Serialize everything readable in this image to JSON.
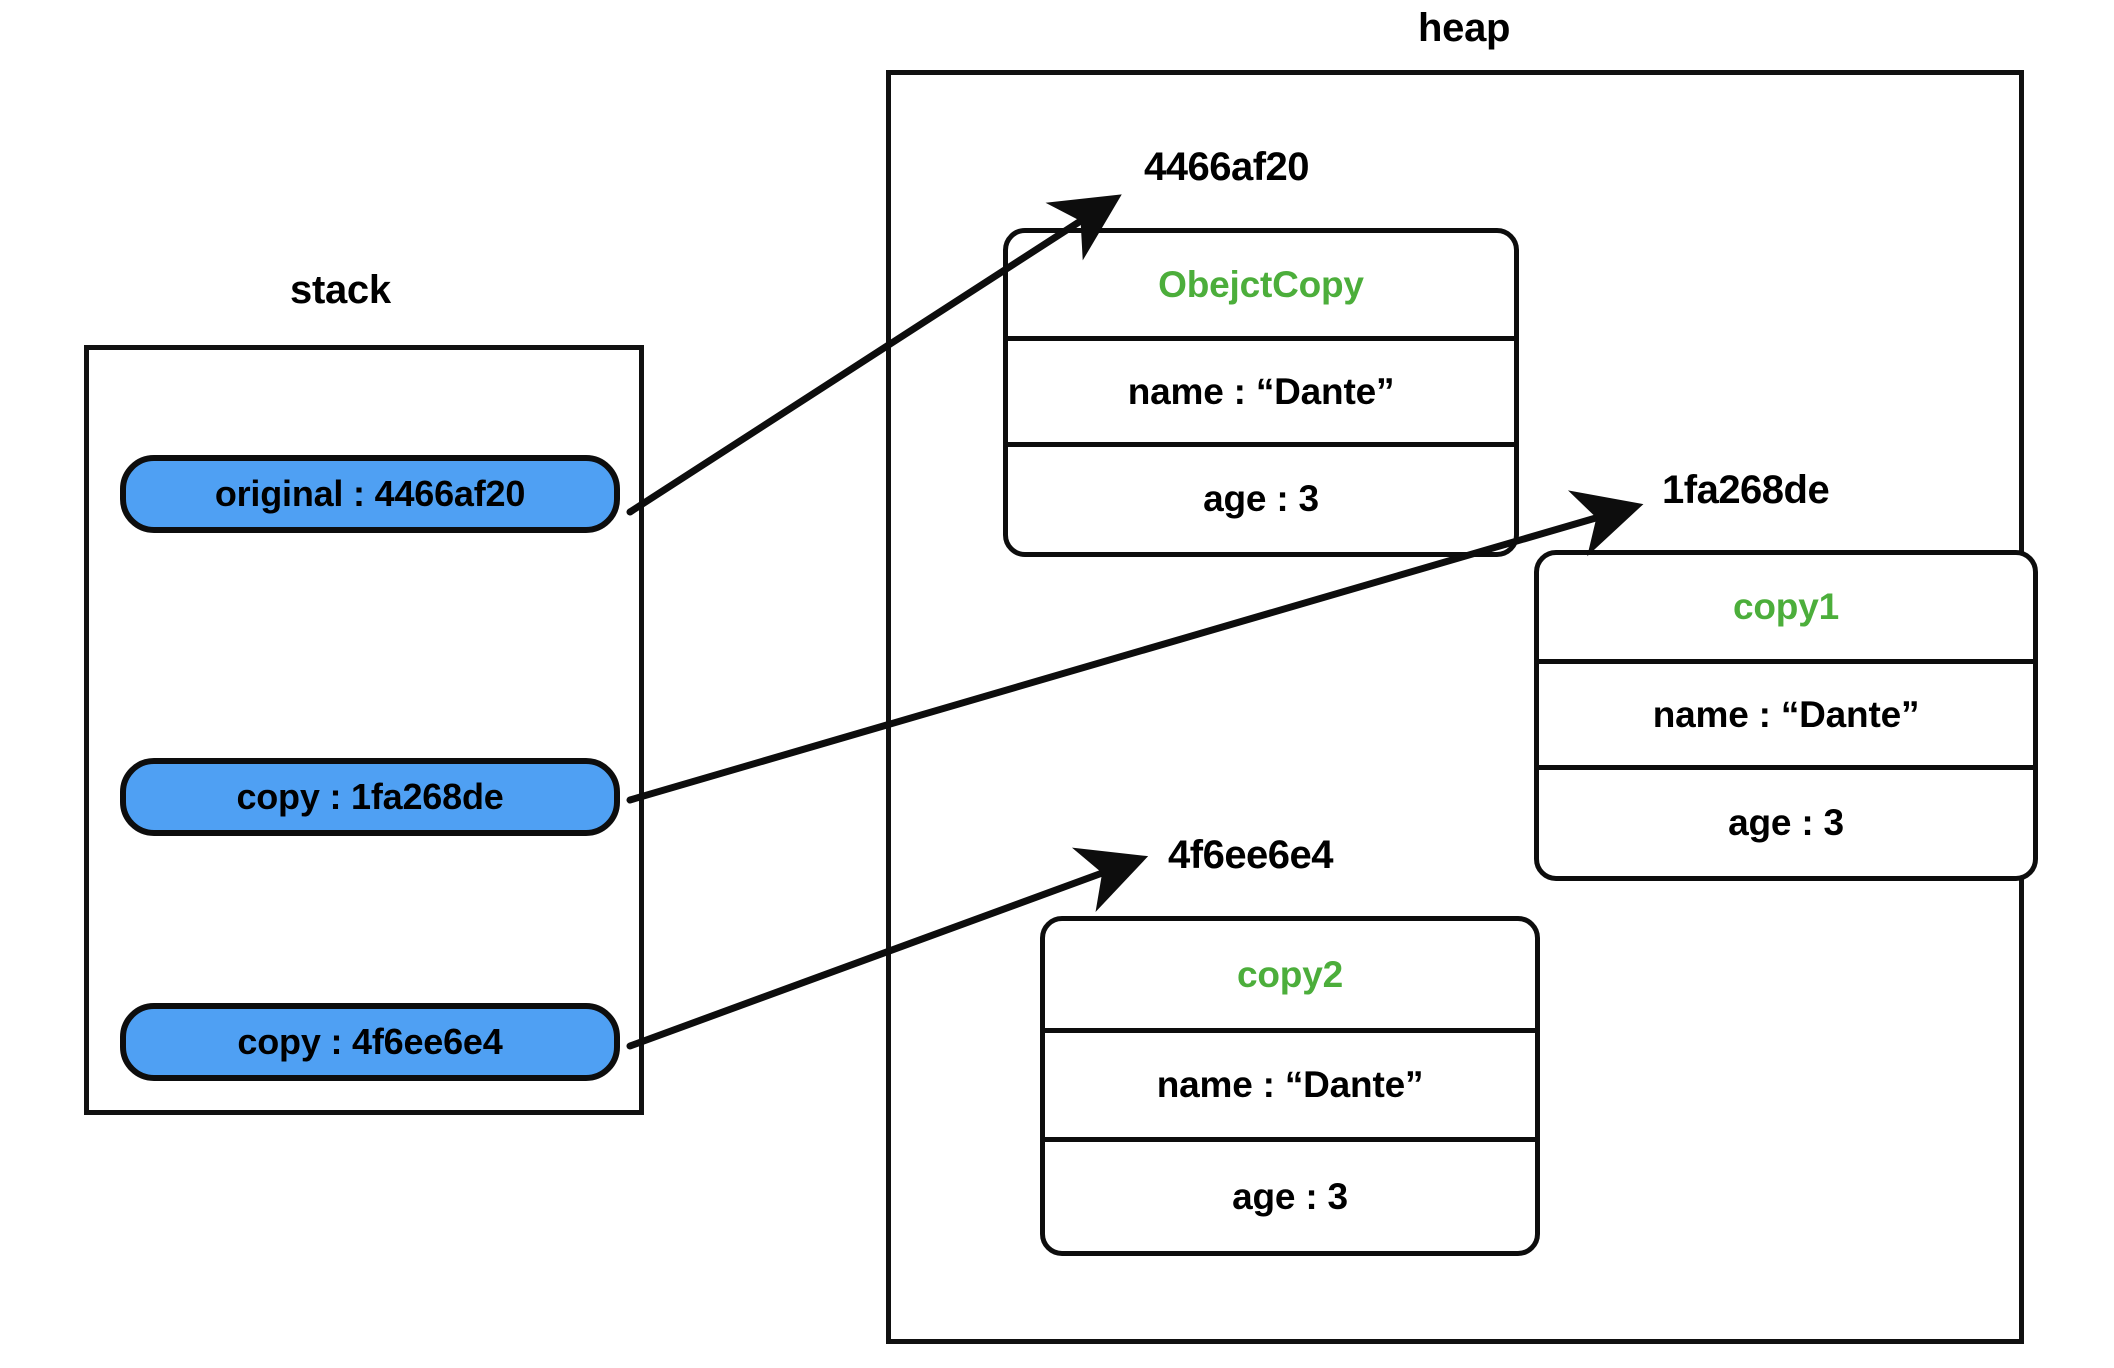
{
  "diagram": {
    "title": "Stack and heap object copy diagram",
    "colors": {
      "pill_fill": "#4FA0F3",
      "class_name_text": "#4CAE3B",
      "stroke": "#0d0d0d",
      "background": "#ffffff"
    }
  },
  "stack": {
    "title": "stack",
    "variables": [
      {
        "label": "original : 4466af20",
        "name": "original",
        "address": "4466af20"
      },
      {
        "label": "copy : 1fa268de",
        "name": "copy",
        "address": "1fa268de"
      },
      {
        "label": "copy : 4f6ee6e4",
        "name": "copy",
        "address": "4f6ee6e4"
      }
    ]
  },
  "heap": {
    "title": "heap",
    "objects": [
      {
        "address_label": "4466af20",
        "class_name": "ObejctCopy",
        "fields": [
          {
            "text": "name : “Dante”"
          },
          {
            "text": "age : 3"
          }
        ]
      },
      {
        "address_label": "1fa268de",
        "class_name": "copy1",
        "fields": [
          {
            "text": "name : “Dante”"
          },
          {
            "text": "age : 3"
          }
        ]
      },
      {
        "address_label": "4f6ee6e4",
        "class_name": "copy2",
        "fields": [
          {
            "text": "name : “Dante”"
          },
          {
            "text": "age : 3"
          }
        ]
      }
    ]
  },
  "arrows": [
    {
      "name": "arrow-original-to-4466af20",
      "from": "original : 4466af20",
      "to": "4466af20"
    },
    {
      "name": "arrow-copy-to-1fa268de",
      "from": "copy : 1fa268de",
      "to": "1fa268de"
    },
    {
      "name": "arrow-copy-to-4f6ee6e4",
      "from": "copy : 4f6ee6e4",
      "to": "4f6ee6e4"
    }
  ]
}
